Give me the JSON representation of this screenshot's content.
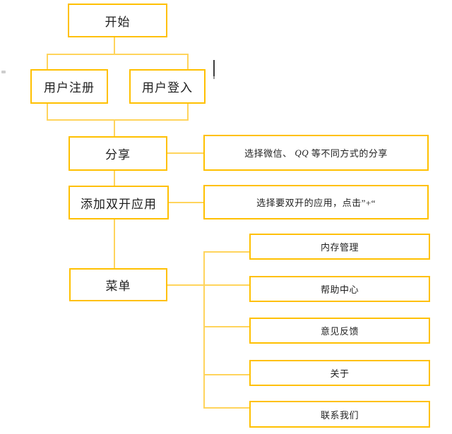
{
  "diagram": {
    "nodes": {
      "start": "开始",
      "register": "用户注册",
      "login": "用户登入",
      "share": "分享",
      "add_dual_app": "添加双开应用",
      "menu": "菜单"
    },
    "annotations": {
      "share_note": {
        "prefix": "选择微信、 ",
        "emphasis": "QQ",
        "suffix": " 等不同方式的分享"
      },
      "add_note": "选择要双开的应用，点击”+“"
    },
    "menu_items": [
      "内存管理",
      "帮助中心",
      "意见反馈",
      "关于",
      "联系我们"
    ],
    "colors": {
      "box_border": "#FFC000",
      "connector": "#FFD45C",
      "text": "#1F1F1F",
      "cursor": "#3D3D3D"
    }
  }
}
